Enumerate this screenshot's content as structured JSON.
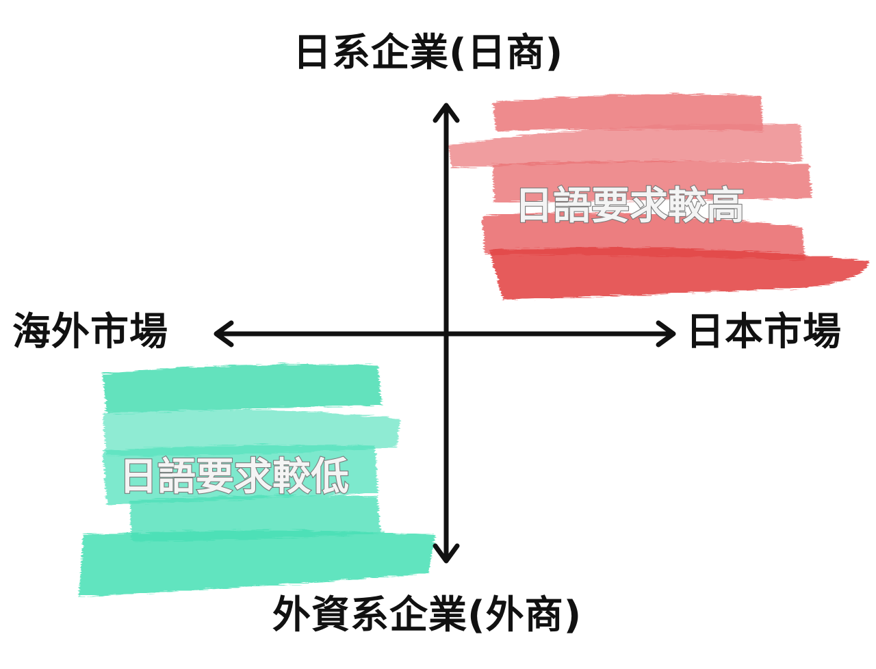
{
  "diagram": {
    "axes": {
      "top_label": "日系企業(日商)",
      "bottom_label": "外資系企業(外商)",
      "left_label": "海外市場",
      "right_label": "日本市場"
    },
    "regions": [
      {
        "text": "日語要求較高",
        "color": "#e84a4d"
      },
      {
        "text": "日語要求較低",
        "color": "#4de0b8"
      }
    ],
    "colors": {
      "axis": "#111111",
      "high_brush": "#e84a4d",
      "low_brush": "#4de0b8"
    }
  }
}
